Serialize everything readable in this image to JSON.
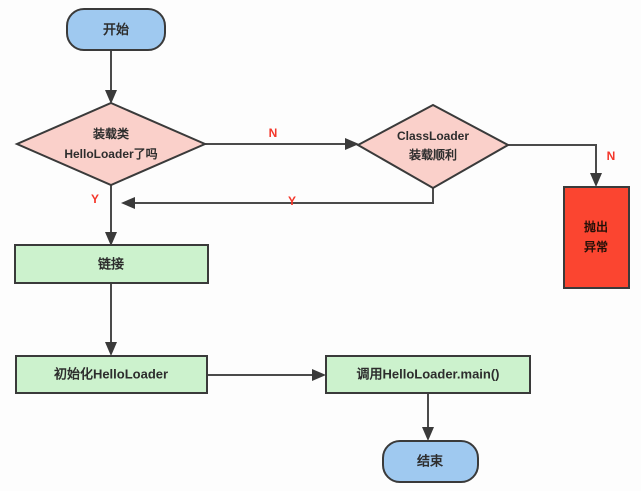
{
  "diagram": {
    "title": "HelloLoader class loading flowchart",
    "background": "#fdfdfd",
    "colors": {
      "terminator_fill": "#9fc9f0",
      "decision_fill": "#fad0ca",
      "process_fill": "#ccf2cd",
      "error_fill": "#fb4530",
      "node_stroke": "#3a3a3a",
      "edge_stroke": "#4a4a4a",
      "edge_label": "#f4362a"
    },
    "nodes": {
      "start": {
        "label": "开始",
        "shape": "terminator"
      },
      "decision_loaded": {
        "label_line1": "装载类",
        "label_line2": "HelloLoader了吗",
        "shape": "decision"
      },
      "decision_classloader": {
        "label_line1": "ClassLoader",
        "label_line2": "装载顺利",
        "shape": "decision"
      },
      "throw_exception": {
        "label_line1": "抛出",
        "label_line2": "异常",
        "shape": "error"
      },
      "link": {
        "label": "链接",
        "shape": "process"
      },
      "init": {
        "label": "初始化HelloLoader",
        "shape": "process"
      },
      "invoke_main": {
        "label": "调用HelloLoader.main()",
        "shape": "process"
      },
      "end": {
        "label": "结束",
        "shape": "terminator"
      }
    },
    "edge_labels": {
      "loaded_no": "N",
      "loaded_yes": "Y",
      "classloader_yes": "Y",
      "classloader_no": "N"
    }
  }
}
